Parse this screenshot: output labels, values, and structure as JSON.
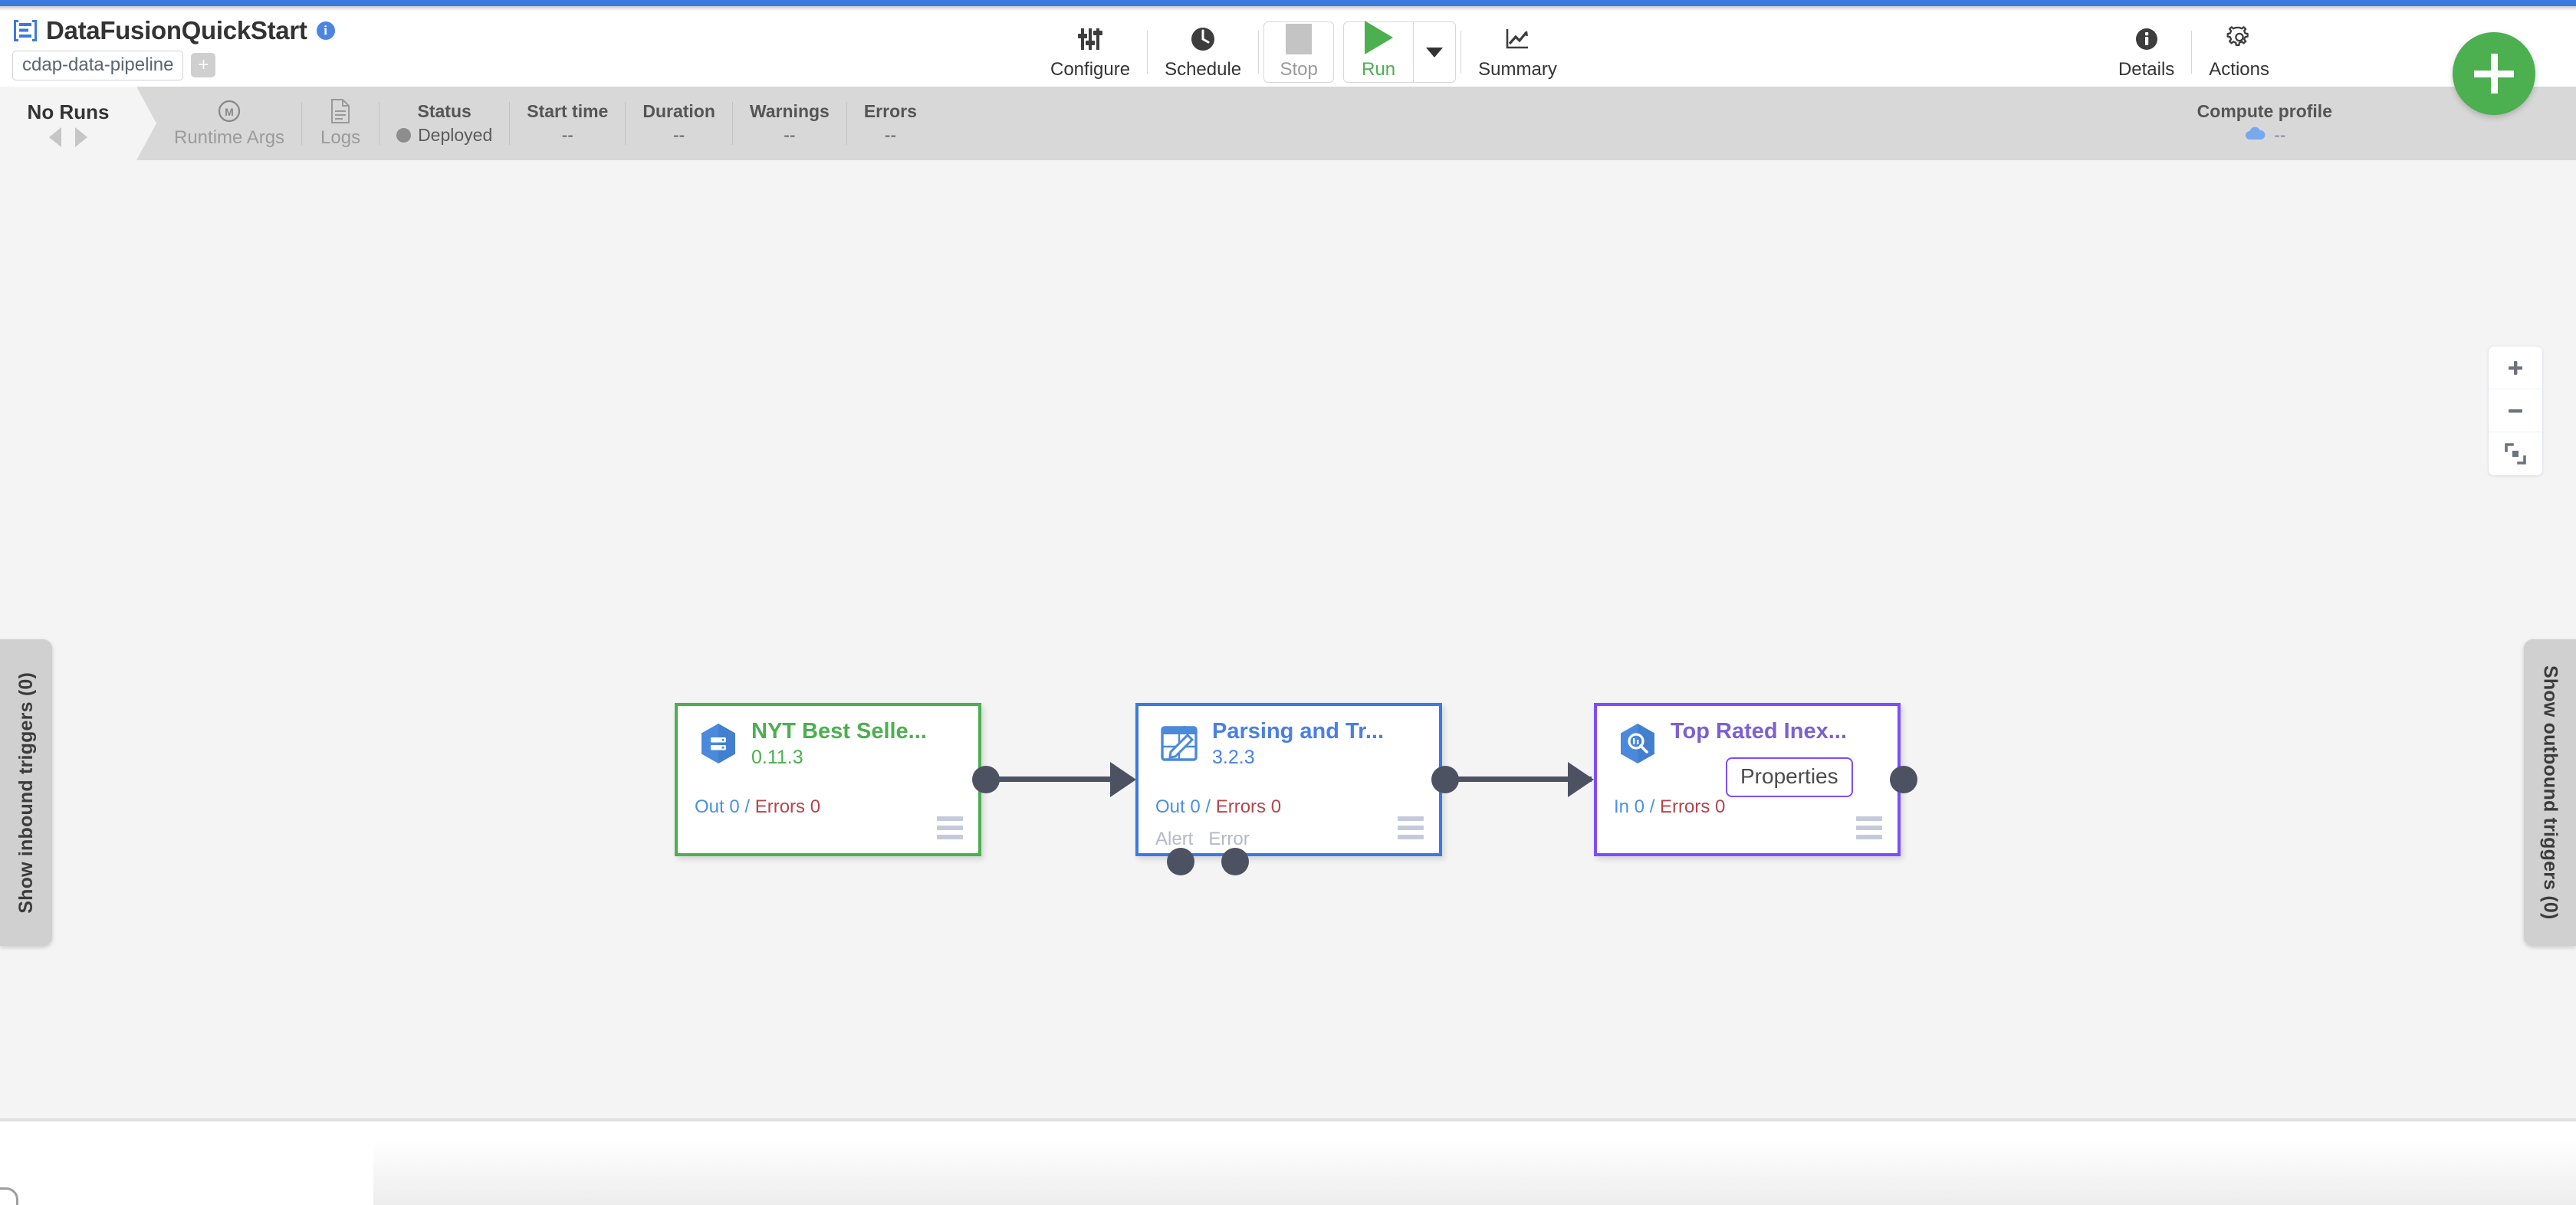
{
  "header": {
    "logo_icon": "cdf-logo-icon",
    "title": "DataFusionQuickStart",
    "info_icon": "info-icon",
    "artifact_chip": "cdap-data-pipeline",
    "add_chip_label": "+"
  },
  "toolbar": {
    "items": [
      {
        "label": "Configure",
        "icon": "sliders-icon"
      },
      {
        "label": "Schedule",
        "icon": "clock-icon"
      },
      {
        "label": "Stop",
        "icon": "stop-square-icon"
      },
      {
        "label": "Run",
        "icon": "play-triangle-icon"
      },
      {
        "label": "Summary",
        "icon": "chart-line-icon"
      }
    ],
    "run_caret_icon": "chevron-down-icon",
    "right_items": [
      {
        "label": "Details",
        "icon": "info-circle-icon"
      },
      {
        "label": "Actions",
        "icon": "gear-icon"
      }
    ],
    "fab": {
      "label": "+",
      "icon": "plus-icon",
      "color": "#4caf50"
    }
  },
  "statusbar": {
    "runs_label": "No Runs",
    "prev_icon": "arrow-left-icon",
    "next_icon": "arrow-right-icon",
    "runtime_args": {
      "label": "Runtime Args",
      "icon": "macro-m-icon"
    },
    "logs": {
      "label": "Logs",
      "icon": "document-icon"
    },
    "metrics": [
      {
        "label": "Status",
        "value": "Deployed",
        "has_dot": true
      },
      {
        "label": "Start time",
        "value": "--",
        "has_dot": false
      },
      {
        "label": "Duration",
        "value": "--",
        "has_dot": false
      },
      {
        "label": "Warnings",
        "value": "--",
        "has_dot": false
      },
      {
        "label": "Errors",
        "value": "--",
        "has_dot": false
      }
    ],
    "compute_profile": {
      "label": "Compute profile",
      "value": "--",
      "icon": "cloud-icon"
    }
  },
  "canvas": {
    "left_tab": "Show inbound triggers (0)",
    "right_tab": "Show outbound triggers (0)",
    "zoom_controls": [
      {
        "name": "zoom-in-icon",
        "label": "+"
      },
      {
        "name": "zoom-out-icon",
        "label": "-"
      },
      {
        "name": "fit-to-screen-icon",
        "label": "fit"
      }
    ],
    "nodes": [
      {
        "name": "NYT Best Selle...",
        "version": "0.11.3",
        "icon": "bigquery-source-icon",
        "metrics_prefix": "Out 0",
        "metrics_separator": "/",
        "metrics_errors": "Errors 0",
        "ports": [],
        "accent": "#4caf50"
      },
      {
        "name": "Parsing and Tr...",
        "version": "3.2.3",
        "icon": "wrangler-transform-icon",
        "metrics_prefix": "Out 0",
        "metrics_separator": "/",
        "metrics_errors": "Errors 0",
        "ports": [
          "Alert",
          "Error"
        ],
        "accent": "#3a7ae0"
      },
      {
        "name": "Top Rated Inex...",
        "version": "",
        "icon": "bigquery-sink-icon",
        "metrics_prefix": "In 0",
        "metrics_separator": "/",
        "metrics_errors": "Errors 0",
        "ports": [],
        "tooltip": "Properties",
        "accent": "#7c4dff"
      }
    ]
  }
}
